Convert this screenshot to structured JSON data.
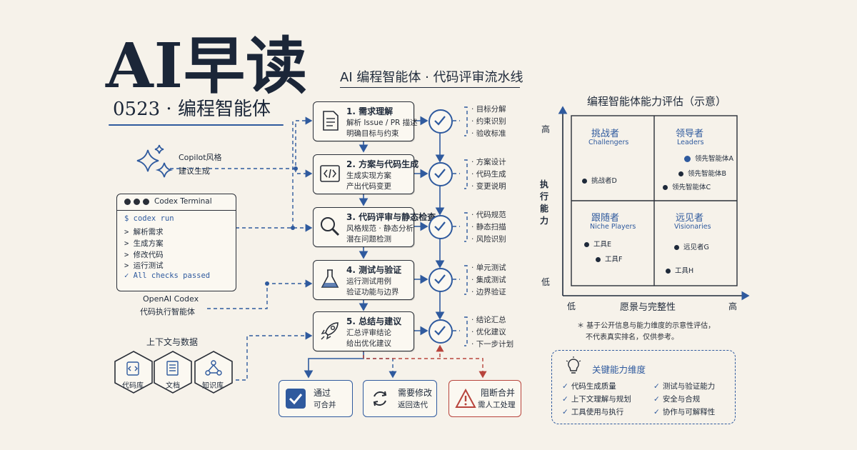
{
  "header": {
    "title": "AI早读",
    "subtitle": "0523 · 编程智能体",
    "pipeline_title": "AI 编程智能体 · 代码评审流水线"
  },
  "copilot": {
    "line1": "Copilot风格",
    "line2": "建议生成"
  },
  "terminal": {
    "title": "Codex Terminal",
    "lines": [
      "$ codex run",
      "> 解析需求",
      "> 生成方案",
      "> 修改代码",
      "> 运行测试",
      "✓ All checks  passed"
    ],
    "caption1": "OpenAI Codex",
    "caption2": "代码执行智能体"
  },
  "context": {
    "title": "上下文与数据",
    "items": [
      "代码库",
      "文档",
      "知识库"
    ]
  },
  "steps": [
    {
      "title": "1. 需求理解",
      "line1": "解析 Issue / PR 描述",
      "line2": "明确目标与约束",
      "icon": "document-icon",
      "bullets": [
        "目标分解",
        "约束识别",
        "验收标准"
      ]
    },
    {
      "title": "2. 方案与代码生成",
      "line1": "生成实现方案",
      "line2": "产出代码变更",
      "icon": "code-icon",
      "bullets": [
        "方案设计",
        "代码生成",
        "变更说明"
      ]
    },
    {
      "title": "3. 代码评审与静态检查",
      "line1": "风格规范 · 静态分析",
      "line2": "潜在问题检测",
      "icon": "magnifier-icon",
      "bullets": [
        "代码规范",
        "静态扫描",
        "风险识别"
      ]
    },
    {
      "title": "4. 测试与验证",
      "line1": "运行测试用例",
      "line2": "验证功能与边界",
      "icon": "flask-icon",
      "bullets": [
        "单元测试",
        "集成测试",
        "边界验证"
      ]
    },
    {
      "title": "5. 总结与建议",
      "line1": "汇总评审结论",
      "line2": "给出优化建议",
      "icon": "rocket-icon",
      "bullets": [
        "结论汇总",
        "优化建议",
        "下一步计划"
      ]
    }
  ],
  "outcomes": [
    {
      "title": "通过",
      "sub": "可合并",
      "icon": "check-icon",
      "color": "#2f5a9e"
    },
    {
      "title": "需要修改",
      "sub": "返回迭代",
      "icon": "refresh-icon",
      "color": "#2f5a9e"
    },
    {
      "title": "阻断合并",
      "sub": "需人工处理",
      "icon": "warning-icon",
      "color": "#b8443c"
    }
  ],
  "matrix": {
    "title": "编程智能体能力评估（示意）",
    "y_axis": "执行能力",
    "x_axis": "愿景与完整性",
    "y_high": "高",
    "y_low": "低",
    "x_low": "低",
    "x_high": "高",
    "quadrants": {
      "challengers": {
        "title": "挑战者",
        "sub": "Challengers"
      },
      "leaders": {
        "title": "领导者",
        "sub": "Leaders"
      },
      "niche": {
        "title": "跟随者",
        "sub": "Niche Players"
      },
      "visionaries": {
        "title": "远见者",
        "sub": "Visionaries"
      }
    },
    "points": [
      {
        "label": "领先智能体A",
        "highlight": true
      },
      {
        "label": "领先智能体B",
        "highlight": false
      },
      {
        "label": "领先智能体C",
        "highlight": false
      },
      {
        "label": "挑战者D",
        "highlight": false
      },
      {
        "label": "工具E",
        "highlight": false
      },
      {
        "label": "工具F",
        "highlight": false
      },
      {
        "label": "远见者G",
        "highlight": false
      },
      {
        "label": "工具H",
        "highlight": false
      }
    ],
    "note1": "＊ 基于公开信息与能力维度的示意性评估，",
    "note2": "不代表真实排名，仅供参考。"
  },
  "key_dimensions": {
    "title": "关键能力维度",
    "items": [
      "代码生成质量",
      "测试与验证能力",
      "上下文理解与规划",
      "安全与合规",
      "工具使用与执行",
      "协作与可解释性"
    ]
  },
  "colors": {
    "accent": "#2f5a9e",
    "ink": "#1f2a3a",
    "danger": "#b8443c",
    "paper": "#f6f2ea"
  }
}
